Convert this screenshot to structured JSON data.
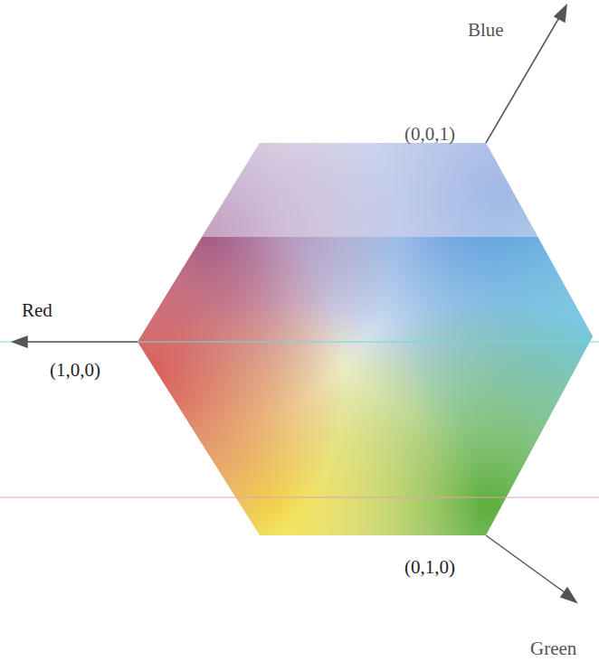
{
  "diagram": {
    "labels": [
      "Blue",
      "(0,0,1)",
      "Red",
      "(1,0,0)",
      "(0,1,0)",
      "Green"
    ]
  }
}
